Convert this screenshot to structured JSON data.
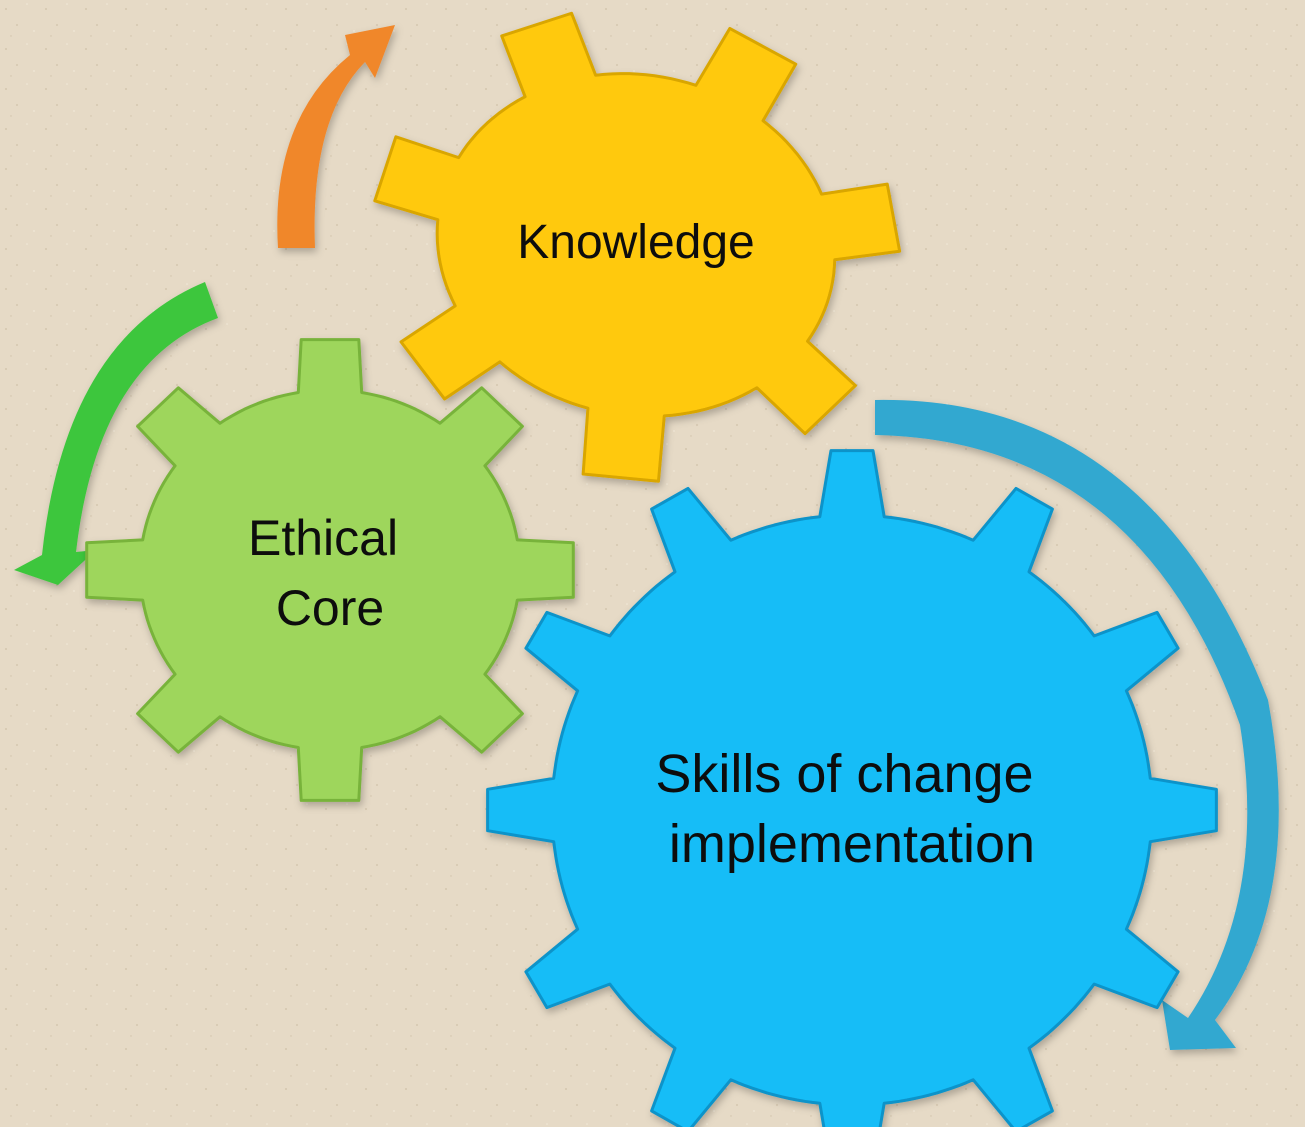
{
  "diagram": {
    "nodes": [
      {
        "id": "knowledge",
        "lines": [
          "Knowledge"
        ],
        "color": "#ffc90e",
        "shade": "#d9a600"
      },
      {
        "id": "ethical",
        "lines": [
          "Ethical",
          "Core"
        ],
        "color": "#9ed65c",
        "shade": "#78b33a"
      },
      {
        "id": "skills",
        "lines": [
          "Skills of change",
          "implementation"
        ],
        "color": "#12bdf7",
        "shade": "#0a93c9"
      }
    ],
    "arrows": [
      {
        "id": "orange",
        "color": "#f0872c",
        "from": "ethical",
        "to": "knowledge"
      },
      {
        "id": "green",
        "color": "#3cc63c"
      },
      {
        "id": "blue",
        "color": "#33a8d0"
      }
    ],
    "background": "#e6dac6"
  }
}
